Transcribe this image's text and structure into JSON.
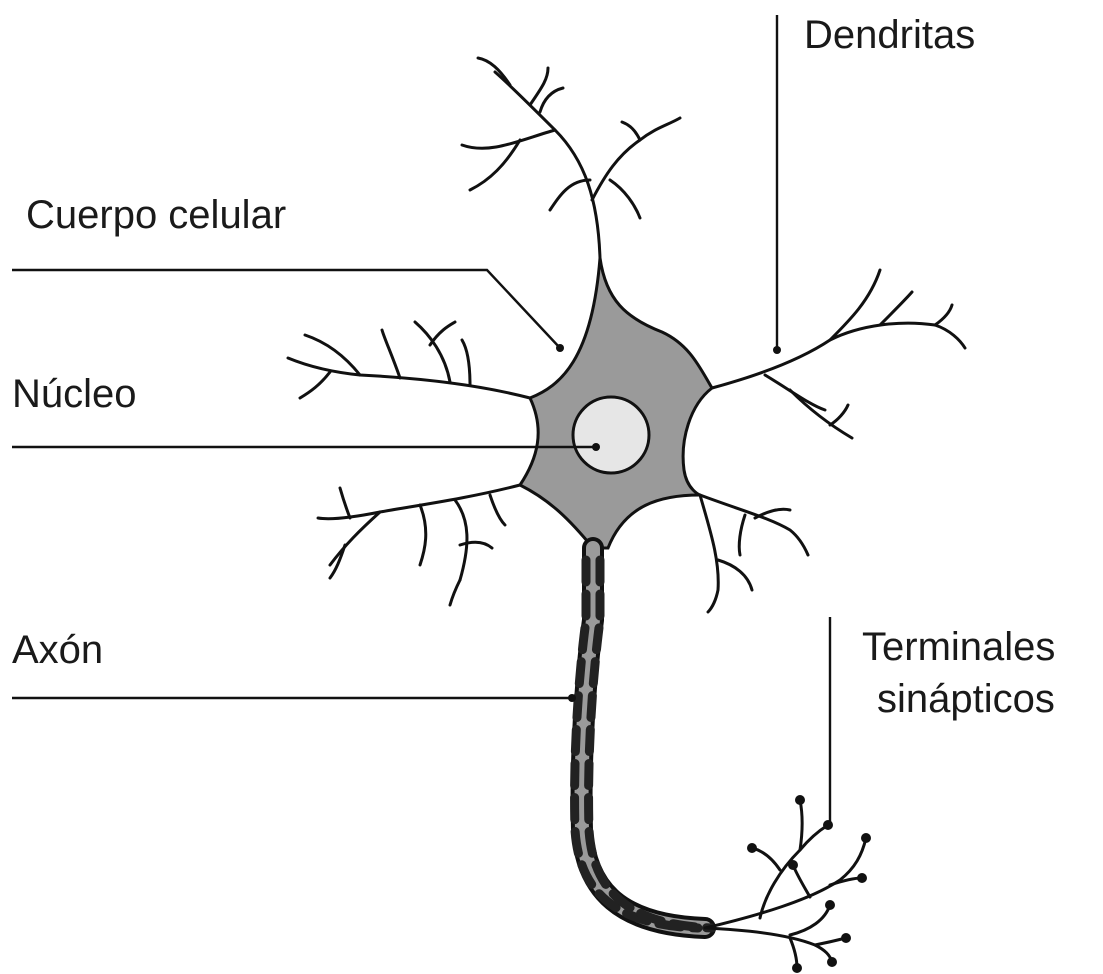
{
  "labels": {
    "dendrites": "Dendritas",
    "cell_body": "Cuerpo celular",
    "nucleus": "Núcleo",
    "axon": "Axón",
    "terminals_line1": "Terminales",
    "terminals_line2": "sinápticos"
  },
  "colors": {
    "soma_fill": "#9a9a9a",
    "nucleus_fill": "#e6e6e6",
    "axon_inner": "#9a9a9a",
    "stroke": "#111111"
  }
}
